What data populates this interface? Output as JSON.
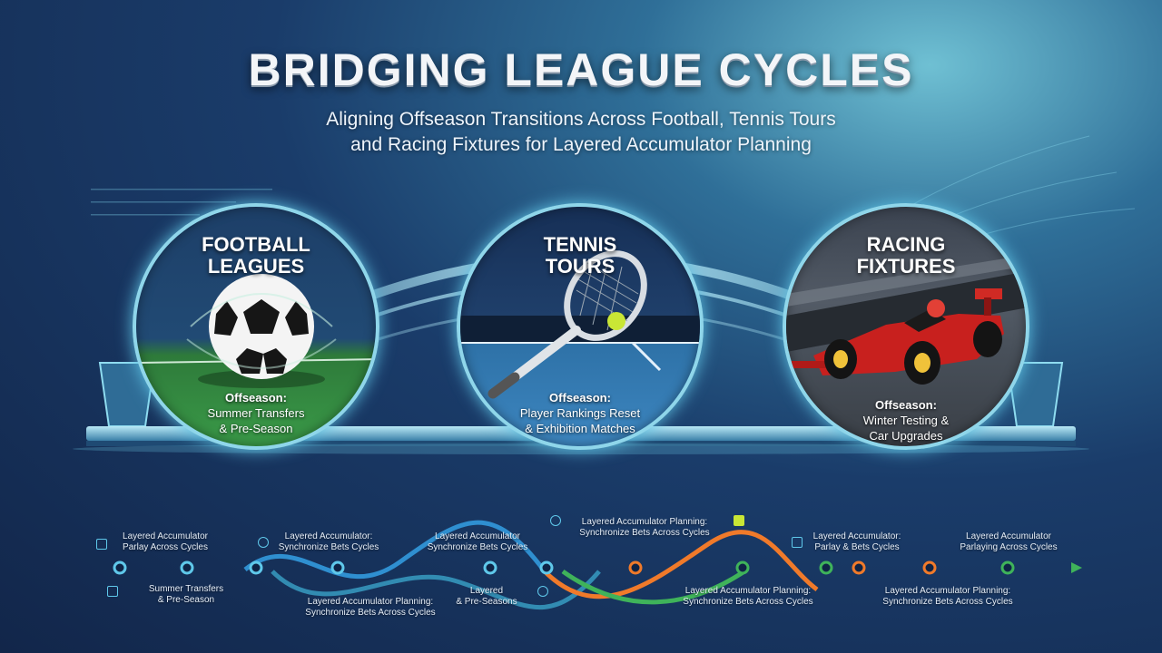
{
  "header": {
    "title": "BRIDGING LEAGUE CYCLES",
    "subtitle_line1": "Aligning Offseason Transitions Across Football, Tennis Tours",
    "subtitle_line2": "and Racing Fixtures for Layered Accumulator Planning"
  },
  "panels": [
    {
      "title_line1": "FOOTBALL",
      "title_line2": "LEAGUES",
      "offseason_label": "Offseason:",
      "detail_line1": "Summer Transfers",
      "detail_line2": "& Pre-Season",
      "icon": "soccer-ball"
    },
    {
      "title_line1": "TENNIS",
      "title_line2": "TOURS",
      "offseason_label": "Offseason:",
      "detail_line1": "Player Rankings Reset",
      "detail_line2": "& Exhibition Matches",
      "icon": "tennis-racket"
    },
    {
      "title_line1": "RACING",
      "title_line2": "FIXTURES",
      "offseason_label": "Offseason:",
      "detail_line1": "Winter Testing &",
      "detail_line2": "Car Upgrades",
      "icon": "race-car"
    }
  ],
  "timeline": {
    "top_labels": [
      {
        "line1": "Layered Accumulator",
        "line2": "Parlay Across Cycles"
      },
      {
        "line1": "Layered Accumulator:",
        "line2": "Synchronize Bets Cycles"
      },
      {
        "line1": "Layered Accumulator",
        "line2": "Synchronize Bets Cycles"
      },
      {
        "line1": "Layered Accumulator Planning:",
        "line2": "Synchronize Bets Across Cycles"
      },
      {
        "line1": "Layered Accumulator:",
        "line2": "Parlay & Bets Cycles"
      },
      {
        "line1": "Layered Accumulator",
        "line2": "Parlaying Across Cycles"
      }
    ],
    "bottom_labels": [
      {
        "line1": "Summer Transfers",
        "line2": "& Pre-Season"
      },
      {
        "line1": "Layered Accumulator Planning:",
        "line2": "Synchronize Bets Across Cycles"
      },
      {
        "line1": "Layered",
        "line2": "& Pre-Seasons"
      },
      {
        "line1": "Layered Accumulator Planning:",
        "line2": "Synchronize Bets Across Cycles"
      },
      {
        "line1": "Layered Accumulator Planning:",
        "line2": "Synchronize Bets Across Cycles"
      }
    ]
  },
  "colors": {
    "accent_cyan": "#5fc8ea",
    "timeline_blue": "#2f8fd0",
    "timeline_green": "#3fb35a",
    "timeline_orange": "#f07a2a"
  }
}
